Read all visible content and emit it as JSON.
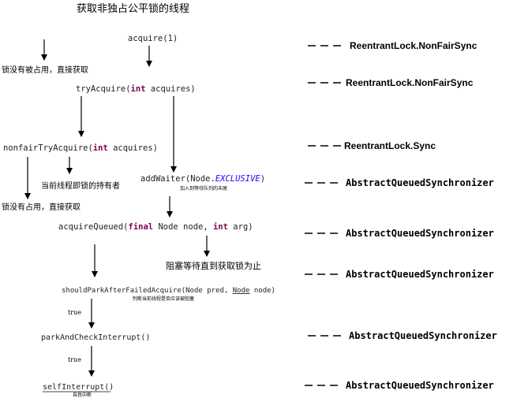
{
  "title": "获取非独占公平锁的线程",
  "nodes": {
    "acquire": "acquire(1)",
    "note_unlocked_1": "锁没有被占用，直接获取",
    "try_acquire": {
      "pre": "tryAcquire(",
      "kw": "int",
      "post": " acquires)"
    },
    "nonfair_try_acquire": {
      "pre": "nonfairTryAcquire(",
      "kw": "int",
      "post": " acquires)"
    },
    "note_current_holder": "当前线程即锁的持有者",
    "note_unlocked_2": "锁没有占用，直接获取",
    "add_waiter": {
      "pre": "addWaiter(Node.",
      "it": "EXCLUSIVE",
      "post": ")"
    },
    "add_waiter_note": "加入到等待队列的末尾",
    "acquire_queued": {
      "pre": "acquireQueued(",
      "kw1": "final",
      "mid": " Node node, ",
      "kw2": "int",
      "post": " arg)"
    },
    "note_block": "阻塞等待直到获取锁为止",
    "should_park": {
      "pre": "shouldParkAfterFailedAcquire(Node pred, ",
      "u": "Node",
      "post": " node)"
    },
    "should_park_note": "判断当前线程是否应该被阻塞",
    "park_check": "parkAndCheckInterrupt()",
    "self_interrupt": "selfInterrupt()",
    "self_interrupt_note": "自我中断",
    "true_1": "true",
    "true_2": "true"
  },
  "legend": [
    {
      "dash": "— — —",
      "label": "ReentrantLock.NonFairSync"
    },
    {
      "dash": "— — —",
      "label": "ReentrantLock.NonFairSync"
    },
    {
      "dash": "— — —",
      "label": "ReentrantLock.Sync"
    },
    {
      "dash": "— — —",
      "label": "AbstractQueuedSynchronizer"
    },
    {
      "dash": "— — —",
      "label": "AbstractQueuedSynchronizer"
    },
    {
      "dash": "— — —",
      "label": "AbstractQueuedSynchronizer"
    },
    {
      "dash": "— — —",
      "label": "AbstractQueuedSynchronizer"
    },
    {
      "dash": "— — —",
      "label": "AbstractQueuedSynchronizer"
    }
  ]
}
